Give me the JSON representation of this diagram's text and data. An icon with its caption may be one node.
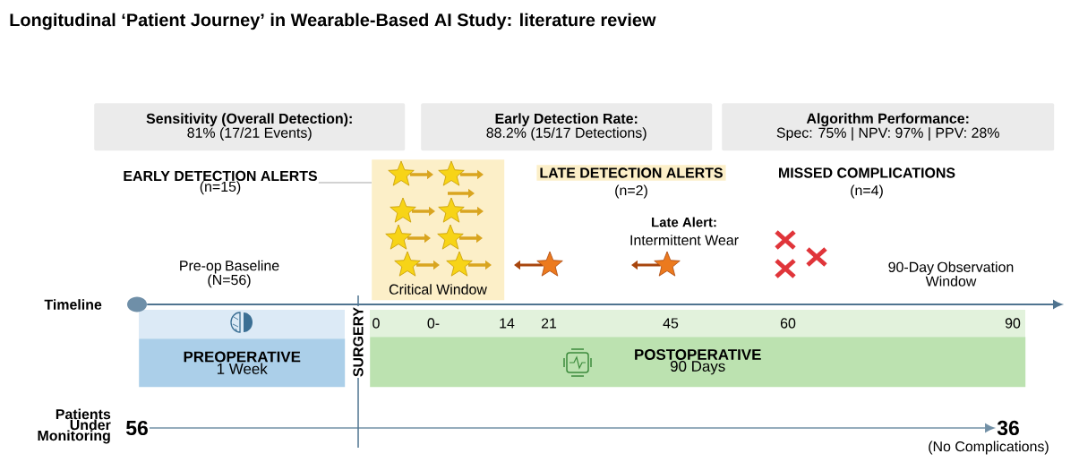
{
  "diagram": {
    "title": "Longitudinal ‘Patient Journey’ in Wearable-Based AI Study: literature review",
    "nodes": [
      {
        "text": [
          "Sensitivity (Overall Detection):",
          "81% (17/21 Events)"
        ]
      },
      {
        "text": [
          "Early Detection Rate:",
          "88.2% (15/17 Detections)"
        ]
      },
      {
        "text": [
          "Algorithm Performance:",
          "Spec: 75% | NPV: 97% | PPV: 28%"
        ]
      },
      {
        "text": [
          "EARLY DETECTION ALERTS",
          "(n=15)"
        ]
      },
      {
        "text": [
          "Critical Window"
        ]
      },
      {
        "text": [
          "LATE DETECTION ALERTS",
          "(n=2)"
        ]
      },
      {
        "text": [
          "PREOPERATIVE",
          "1 Week"
        ]
      },
      {
        "text": [
          "POSTOPERATIVE",
          "90 Days"
        ]
      },
      {
        "text": [],
        "shape": "circle"
      },
      {
        "text": [
          "56"
        ]
      },
      {
        "text": [
          "36"
        ],
        "beside": [
          "(No Complications)"
        ]
      }
    ],
    "edges": [
      {
        "from": 3,
        "to": 4,
        "arrow": "none"
      },
      {
        "from": 8,
        "to": null,
        "arrow": "to"
      },
      {
        "from": 9,
        "to": 10,
        "arrow": "to"
      }
    ],
    "labels": [
      "MISSED COMPLICATIONS",
      "(n=4)",
      "Late Alert:",
      "Intermittent Wear",
      "Pre-op Baseline (N=56)",
      "90-Day Observation Window",
      "Timeline",
      "SURGERY",
      "0",
      "0-",
      "14",
      "21",
      "45",
      "60",
      "90",
      "Patients Under Monitoring"
    ]
  }
}
